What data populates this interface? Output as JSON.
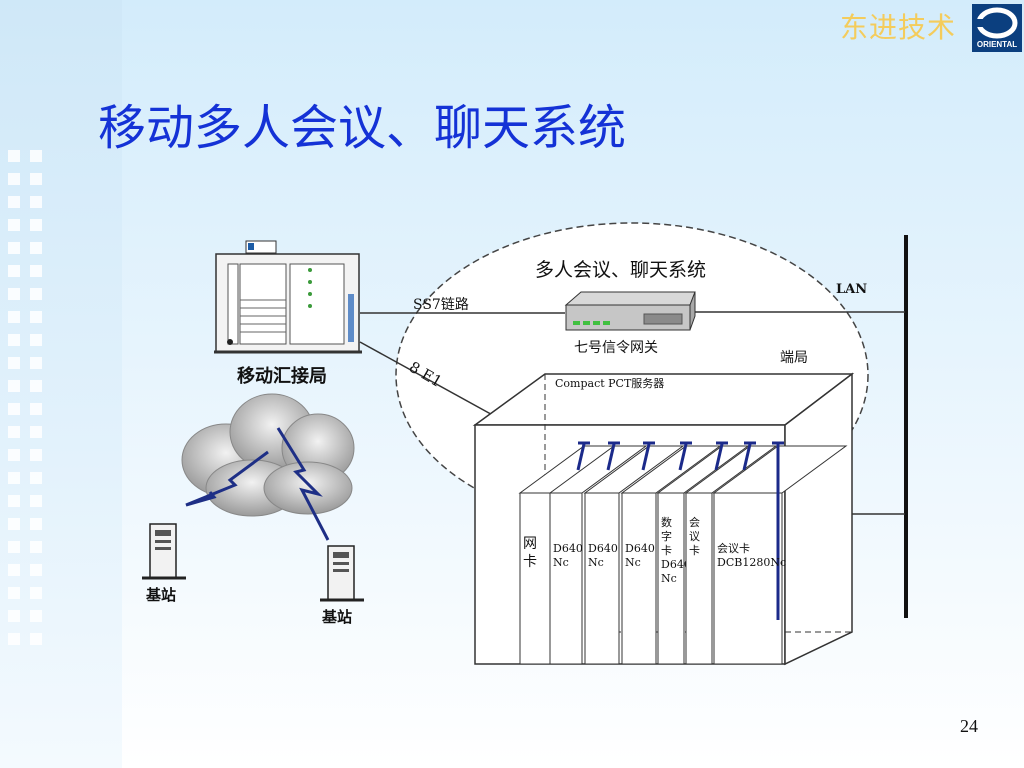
{
  "brand": {
    "company": "东进技术",
    "logo_text": "ORIENTAL"
  },
  "title": "移动多人会议、聊天系统",
  "page_number": "24",
  "diagram": {
    "system_label": "多人会议、聊天系统",
    "lan_label": "LAN",
    "ss7_label": "SS7链路",
    "e1_label": "8 E1",
    "gateway_label": "七号信令网关",
    "terminal_label": "端局",
    "exchange_label": "移动汇接局",
    "server_label": "Compact PCT服务器",
    "base_station_label": "基站",
    "cards": [
      {
        "label": "网\n卡"
      },
      {
        "label": "D640\nNc"
      },
      {
        "label": "D640\nNc"
      },
      {
        "label": "D640\nNc"
      },
      {
        "label": "数\n字\n卡\nD640\nNc"
      },
      {
        "label": "会\n议\n卡"
      },
      {
        "label": "会议卡\nDCB1280Nc"
      }
    ]
  }
}
